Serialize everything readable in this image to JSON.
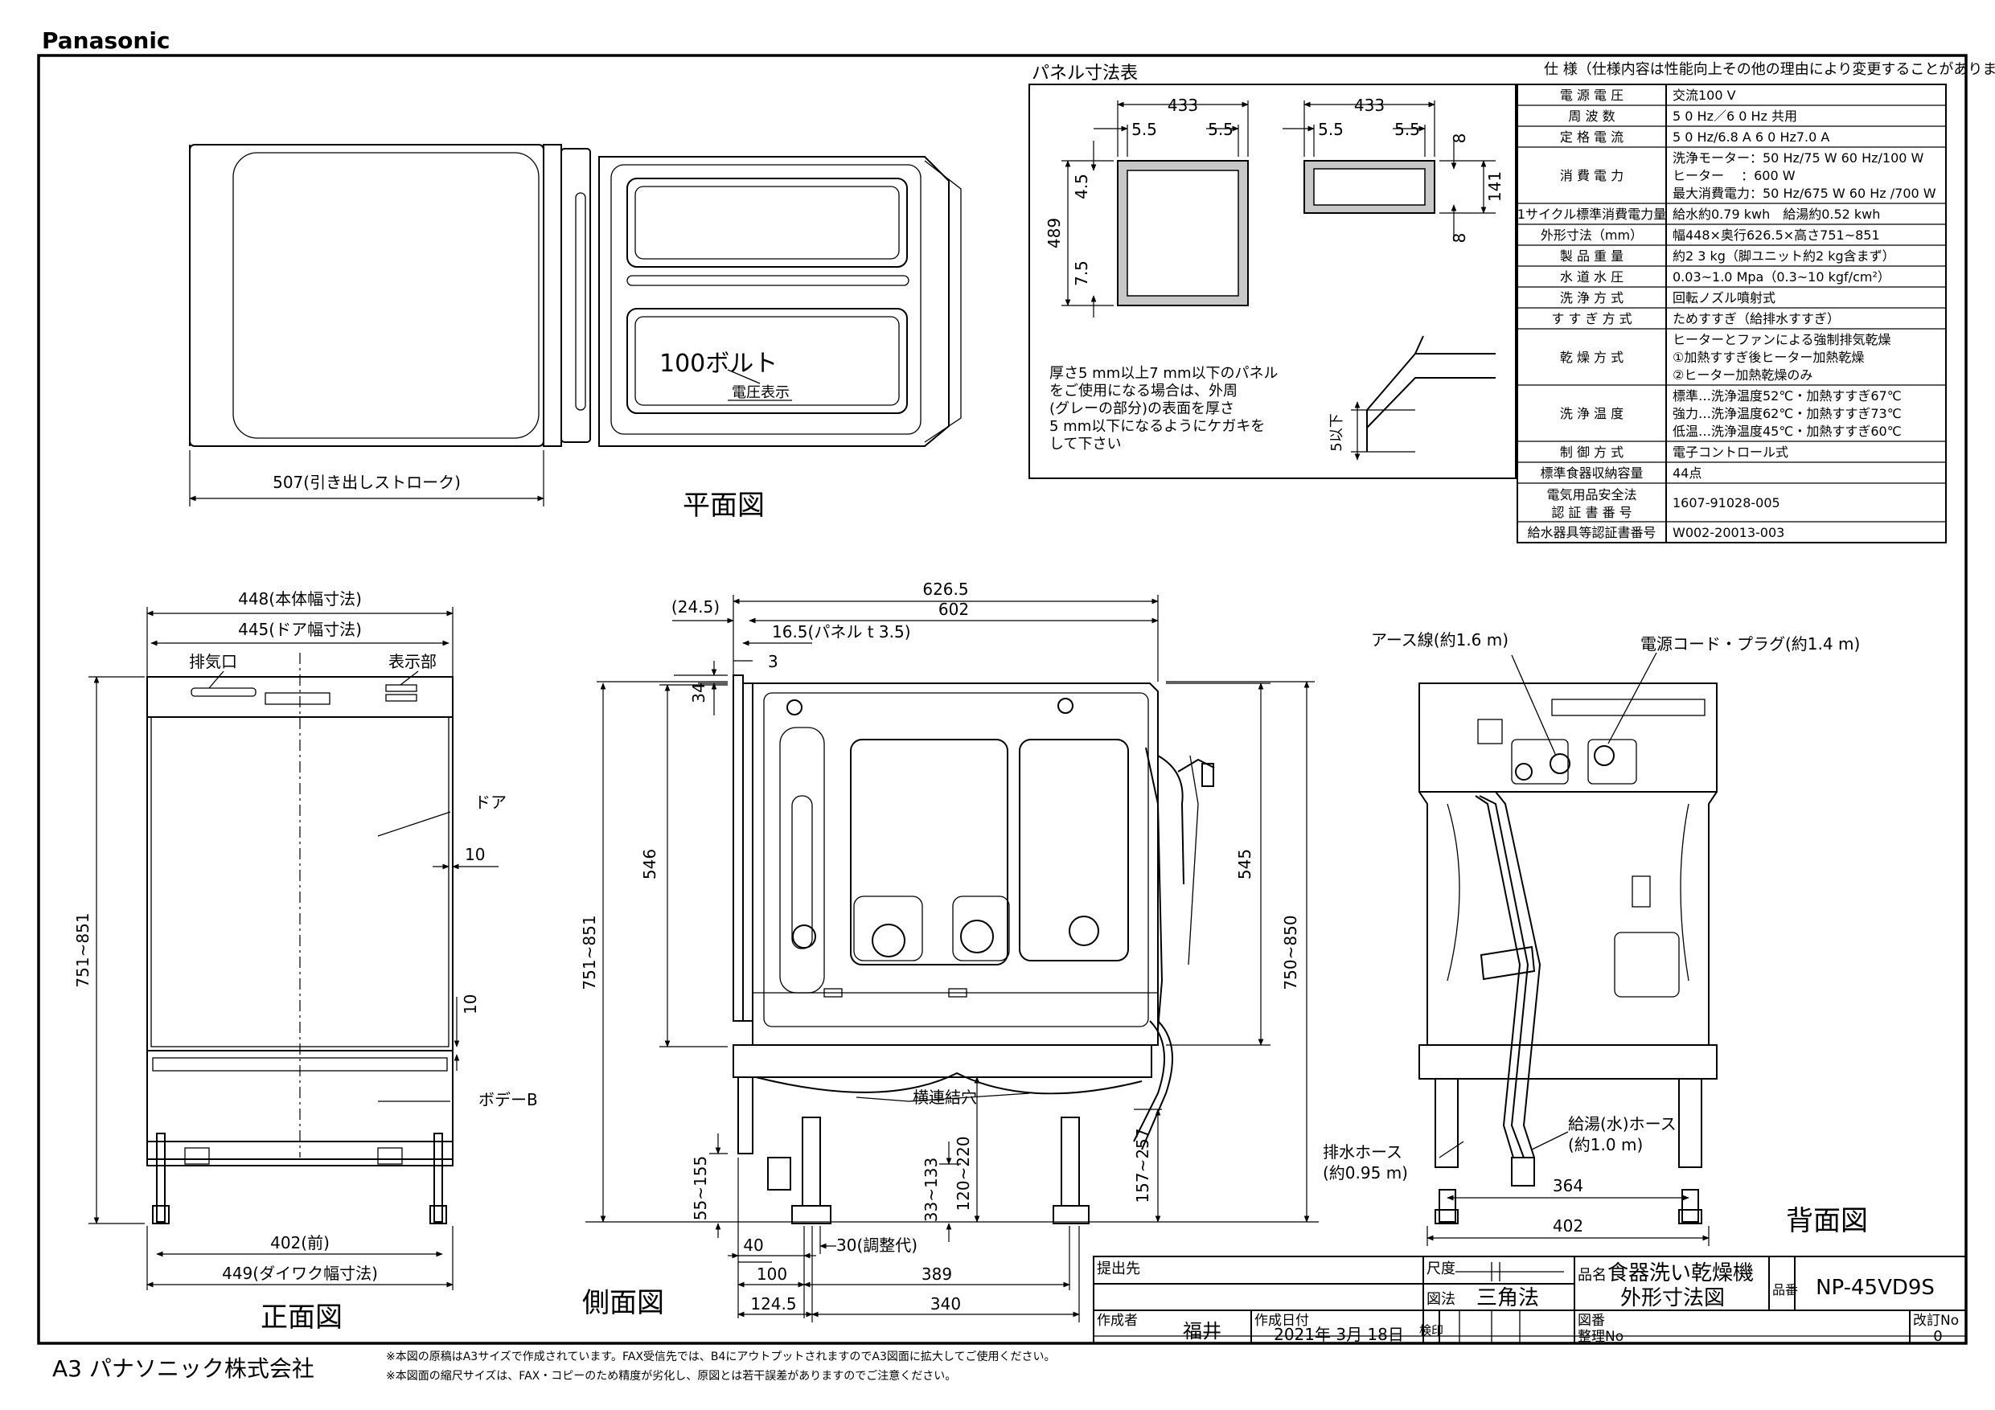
{
  "header": {
    "brand": "Panasonic"
  },
  "views": {
    "plan": "平面図",
    "front": "正面図",
    "side": "側面図",
    "back": "背面図"
  },
  "panel": {
    "title": "パネル寸法表",
    "w1": "433",
    "s1a": "5.5",
    "s1b": "5.5",
    "h489": "489",
    "h45": "4.5",
    "h75": "7.5",
    "w2": "433",
    "s2a": "5.5",
    "s2b": "5.5",
    "h141": "141",
    "h8a": "8",
    "h8b": "8",
    "note": [
      "厚さ5 mm以上7 mm以下のパネル",
      "をご使用になる場合は、外周",
      "(グレーの部分)の表面を厚さ",
      "5 mm以下になるようにケガキを",
      "して下さい"
    ],
    "below5": "5以下"
  },
  "spec": {
    "title": "仕 様（仕様内容は性能向上その他の理由により変更することがあります。）",
    "rows": [
      {
        "k": "電 源 電 圧",
        "v": [
          "交流100 V"
        ]
      },
      {
        "k": "周 波 数",
        "v": [
          "5 0 Hz／6 0 Hz 共用"
        ]
      },
      {
        "k": "定 格 電 流",
        "v": [
          "5 0 Hz/6.8 A 6 0 Hz7.0 A"
        ]
      },
      {
        "k": "消 費 電 力",
        "v": [
          "洗浄モーター：50 Hz/75 W 60 Hz/100 W",
          "ヒーター　 ：600 W",
          "最大消費電力：50 Hz/675 W 60 Hz /700 W"
        ]
      },
      {
        "k": "1サイクル標準消費電力量",
        "v": [
          "給水約0.79 kwh　給湯約0.52 kwh"
        ]
      },
      {
        "k": "外形寸法（mm）",
        "v": [
          "幅448×奥行626.5×高さ751~851"
        ]
      },
      {
        "k": "製 品 重 量",
        "v": [
          "約2 3 kg（脚ユニット約2 kg含まず）"
        ]
      },
      {
        "k": "水 道 水 圧",
        "v": [
          "0.03~1.0 Mpa（0.3~10 kgf/cm²）"
        ]
      },
      {
        "k": "洗 浄 方 式",
        "v": [
          "回転ノズル噴射式"
        ]
      },
      {
        "k": "す す ぎ 方 式",
        "v": [
          "ためすすぎ（給排水すすぎ）"
        ]
      },
      {
        "k": "乾 燥 方 式",
        "v": [
          "ヒーターとファンによる強制排気乾燥",
          "①加熱すすぎ後ヒーター加熱乾燥",
          "②ヒーター加熱乾燥のみ"
        ]
      },
      {
        "k": "洗 浄 温 度",
        "v": [
          "標準…洗浄温度52℃・加熱すすぎ67℃",
          "強力…洗浄温度62℃・加熱すすぎ73℃",
          "低温…洗浄温度45℃・加熱すすぎ60℃"
        ]
      },
      {
        "k": "制 御 方 式",
        "v": [
          "電子コントロール式"
        ]
      },
      {
        "k": "標準食器収納容量",
        "v": [
          "44点"
        ]
      },
      {
        "k": "電気用品安全法 認 証 書 番 号",
        "v": [
          "1607-91028-005"
        ]
      },
      {
        "k": "給水器具等認証書番号",
        "v": [
          "W002-20013-003"
        ]
      }
    ]
  },
  "plan_view": {
    "label100": "100ボルト",
    "voltage": "電圧表示",
    "stroke": "507(引き出しストローク)"
  },
  "front_view": {
    "w448": "448(本体幅寸法)",
    "w445": "445(ドア幅寸法)",
    "exhaust": "排気口",
    "display": "表示部",
    "door": "ドア",
    "d10a": "10",
    "d10b": "10",
    "bodyB": "ボデーB",
    "w402": "402(前)",
    "w449": "449(ダイワク幅寸法)",
    "h751": "751~851"
  },
  "side_view": {
    "d6265": "626.5",
    "d245": "(24.5)",
    "d602": "602",
    "d165": "16.5(パネル t 3.5)",
    "d3": "3",
    "d34": "34",
    "d546": "546",
    "d545": "545",
    "d750": "750~850",
    "joint": "横連結穴",
    "d157": "157~257",
    "d55": "55~155",
    "d33": "33~133",
    "d120": "120~220",
    "d40": "40",
    "d30": "30(調整代)",
    "d100": "100",
    "d389": "389",
    "d1245": "124.5",
    "d340": "340"
  },
  "back_view": {
    "earth": "アース線(約1.6 m)",
    "cord": "電源コード・プラグ(約1.4 m)",
    "drain": "排水ホース",
    "drainLen": "(約0.95 m)",
    "supply": "給湯(水)ホース",
    "supplyLen": "(約1.0 m)",
    "d364": "364",
    "d402": "402"
  },
  "titleblock": {
    "client": "提出先",
    "scale": "尺度",
    "method_label": "図法",
    "method": "三角法",
    "name_label": "品名",
    "product": "食器洗い乾燥機",
    "drawing": "外形寸法図",
    "model_label": "品番",
    "model": "NP-45VD9S",
    "author_label": "作成者",
    "author": "福井",
    "date_label": "作成日付",
    "date": "2021年 3月 18日",
    "check": "検印",
    "fig_label": "図番",
    "mgmt_label": "整理No",
    "rev_label": "改訂No",
    "rev": "0"
  },
  "footer": {
    "company": "A3 パナソニック株式会社",
    "note1": "※本図の原稿はA3サイズで作成されています。FAX受信先では、B4にアウトプットされますのでA3図面に拡大してご使用ください。",
    "note2": "※本図面の縮尺サイズは、FAX・コピーのため精度が劣化し、原図とは若干誤差がありますのでご注意ください。"
  }
}
